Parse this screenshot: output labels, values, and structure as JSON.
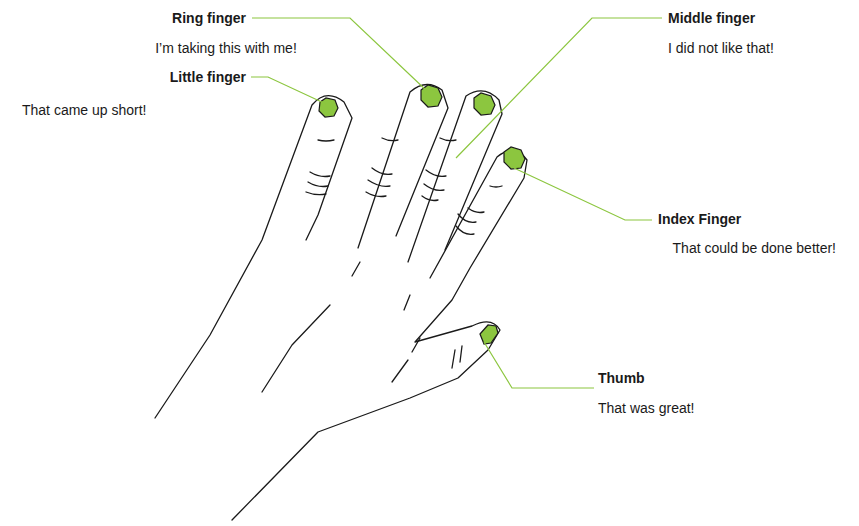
{
  "diagram": {
    "labels": [
      "Ring finger",
      "I’m taking this with me!",
      "Middle finger",
      "I did not like that!",
      "Little finger",
      "That came up short!",
      "Index Finger",
      "That could be done better!",
      "Thumb",
      "That was great!"
    ]
  }
}
